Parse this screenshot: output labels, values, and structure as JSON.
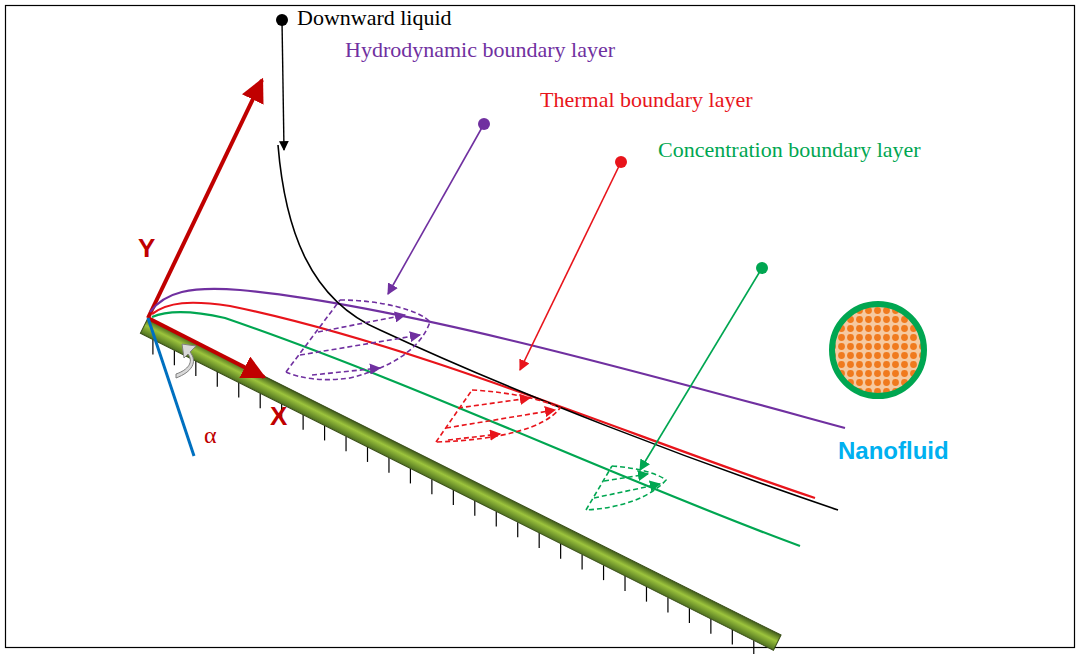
{
  "diagram": {
    "labels": [
      "Downward liquid",
      "Hydrodynamic boundary layer",
      "Thermal boundary layer",
      "Concentration boundary layer",
      "Y",
      "X",
      "α",
      "Nanofluid"
    ]
  }
}
